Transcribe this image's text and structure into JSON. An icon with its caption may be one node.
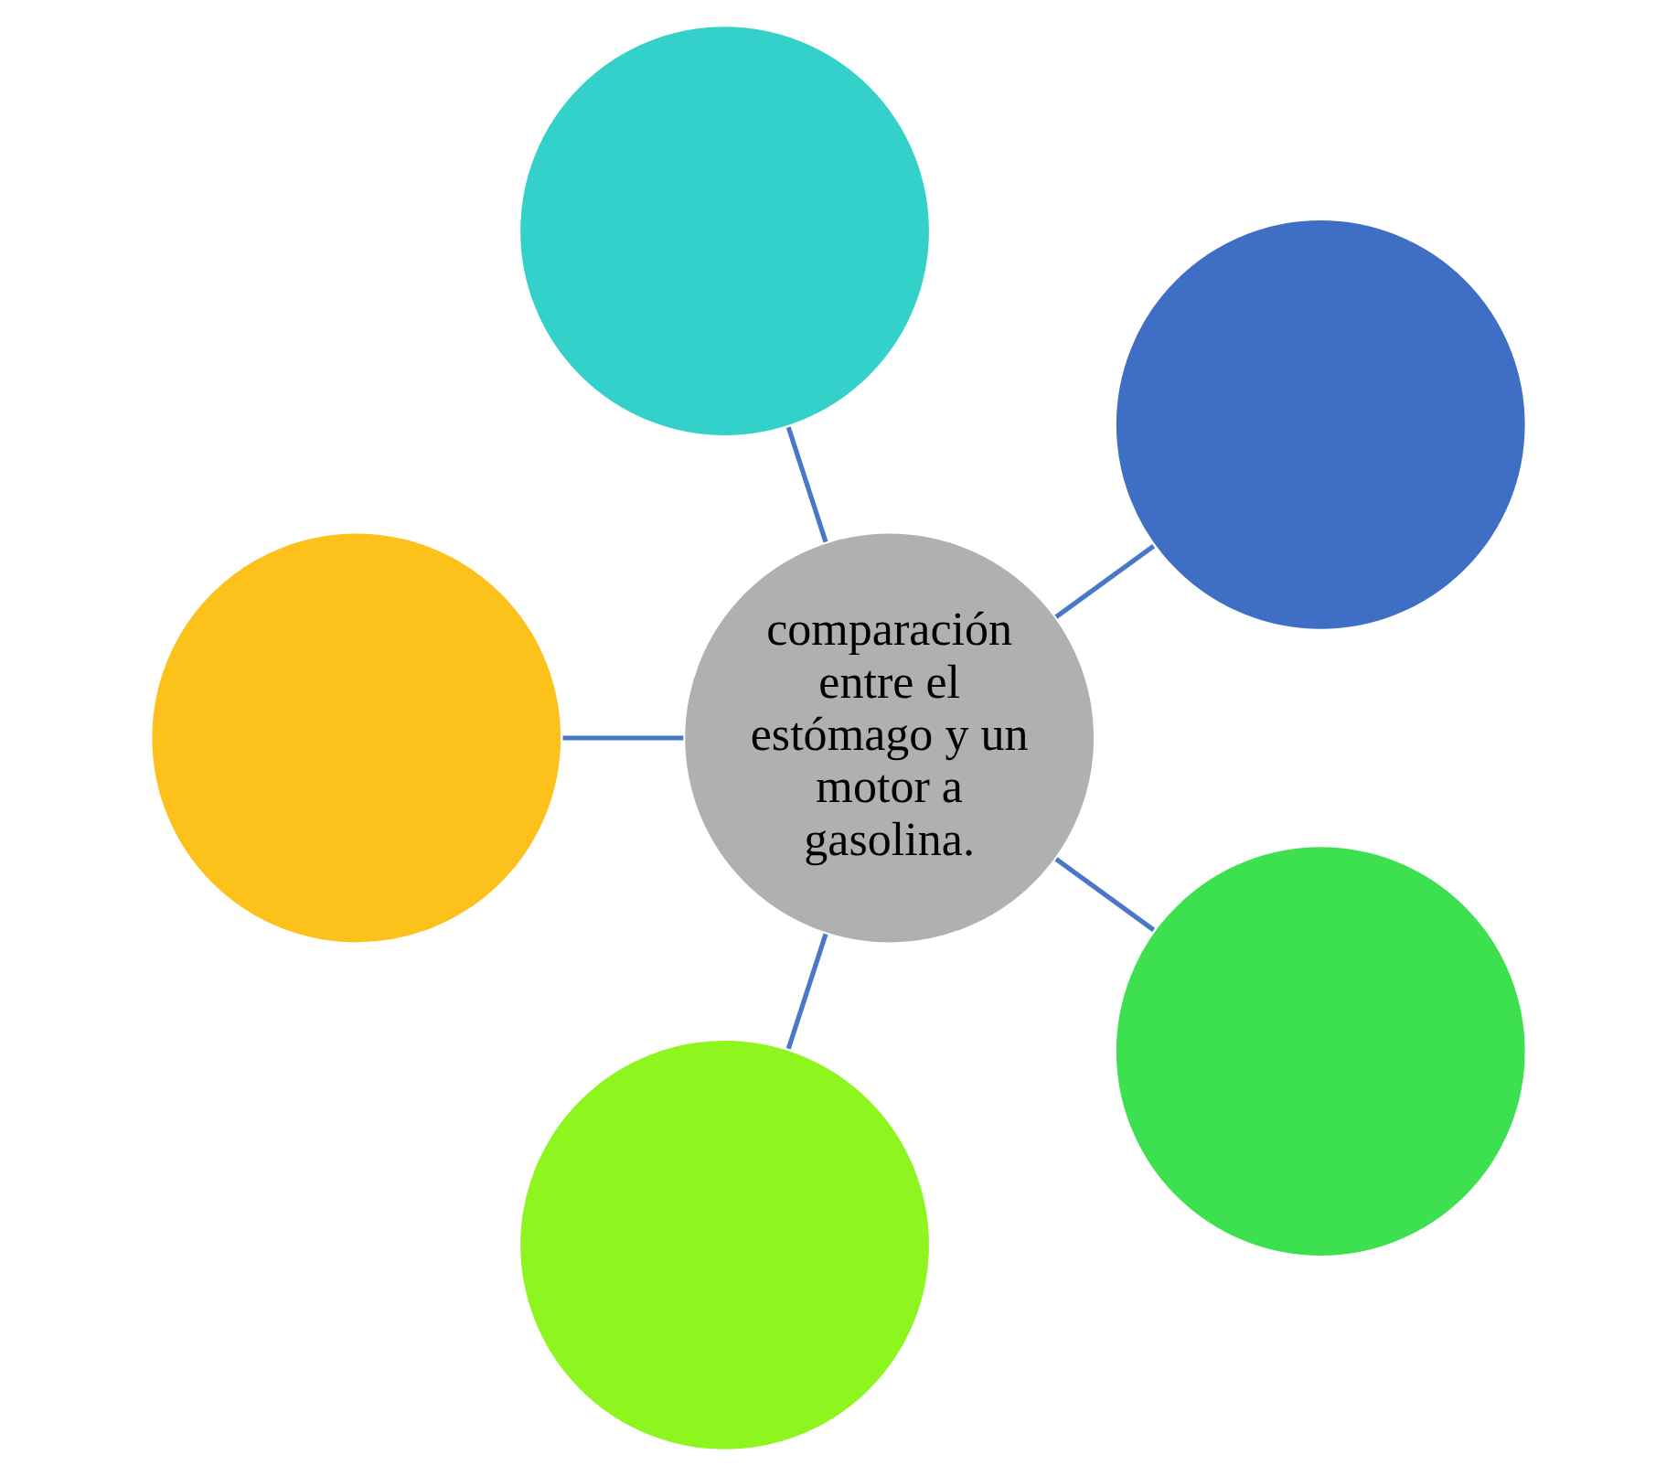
{
  "diagram": {
    "nodes": [
      {
        "text": [
          "comparación entre el estómago y un motor a gasolina."
        ]
      },
      {
        "text": [],
        "shape": "circle"
      },
      {
        "text": [],
        "shape": "circle"
      },
      {
        "text": [],
        "shape": "circle"
      },
      {
        "text": [],
        "shape": "circle"
      },
      {
        "text": [],
        "shape": "circle"
      }
    ],
    "edges": [
      {
        "from": 0,
        "to": 3,
        "arrow": "none"
      },
      {
        "from": 0,
        "to": 4,
        "arrow": "none"
      },
      {
        "from": 0,
        "to": 5,
        "arrow": "none"
      },
      {
        "from": 0,
        "to": 2,
        "arrow": "none"
      },
      {
        "from": 0,
        "to": 1,
        "arrow": "none"
      }
    ]
  }
}
